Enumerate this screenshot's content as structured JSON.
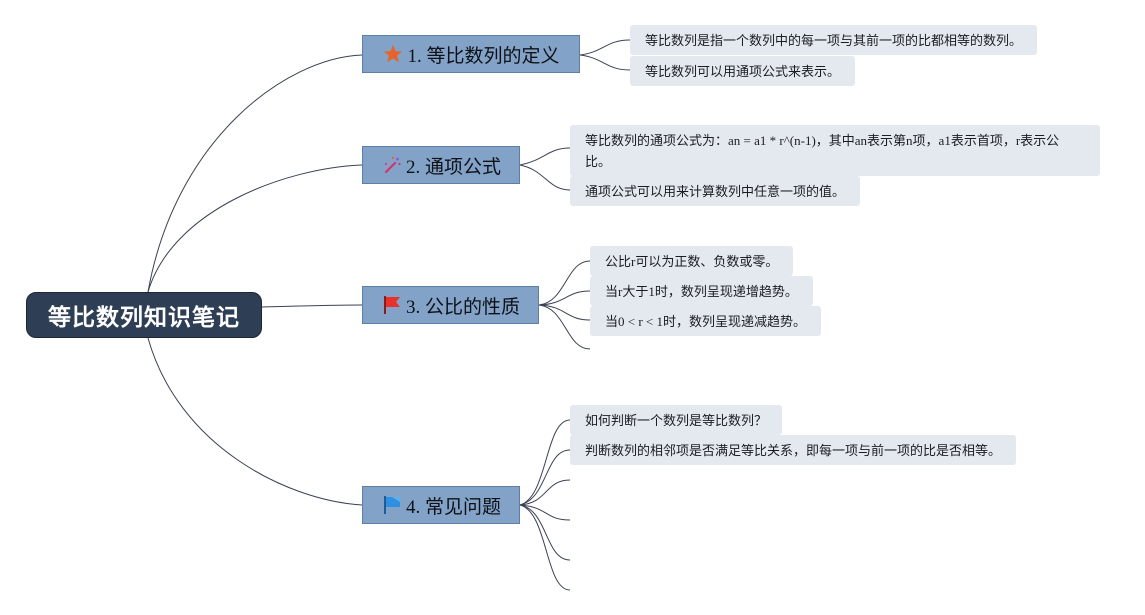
{
  "root": {
    "title": "等比数列知识笔记"
  },
  "topics": [
    {
      "label": "1. 等比数列的定义",
      "icon": "star-icon",
      "icon_color": "#e8622c",
      "notes": [
        "等比数列是指一个数列中的每一项与其前一项的比都相等的数列。",
        "等比数列可以用通项公式来表示。"
      ]
    },
    {
      "label": "2. 通项公式",
      "icon": "magic-wand-icon",
      "icon_color": "#d6336c",
      "notes": [
        "等比数列的通项公式为：an = a1 * r^(n-1)，其中an表示第n项，a1表示首项，r表示公比。",
        "通项公式可以用来计算数列中任意一项的值。"
      ]
    },
    {
      "label": "3. 公比的性质",
      "icon": "red-flag-icon",
      "icon_color": "#e8312a",
      "notes": [
        "公比r可以为正数、负数或零。",
        "当r大于1时，数列呈现递增趋势。",
        "当0 < r < 1时，数列呈现递减趋势。"
      ]
    },
    {
      "label": "4. 常见问题",
      "icon": "blue-flag-icon",
      "icon_color": "#2f8fe0",
      "notes": [
        "如何判断一个数列是等比数列？",
        "判断数列的相邻项是否满足等比关系，即每一项与前一项的比是否相等。"
      ]
    }
  ],
  "colors": {
    "root_fill": "#2e3e55",
    "topic_fill": "#82a2c8",
    "note_fill": "#e4e8ef",
    "connector": "#3a4152"
  }
}
